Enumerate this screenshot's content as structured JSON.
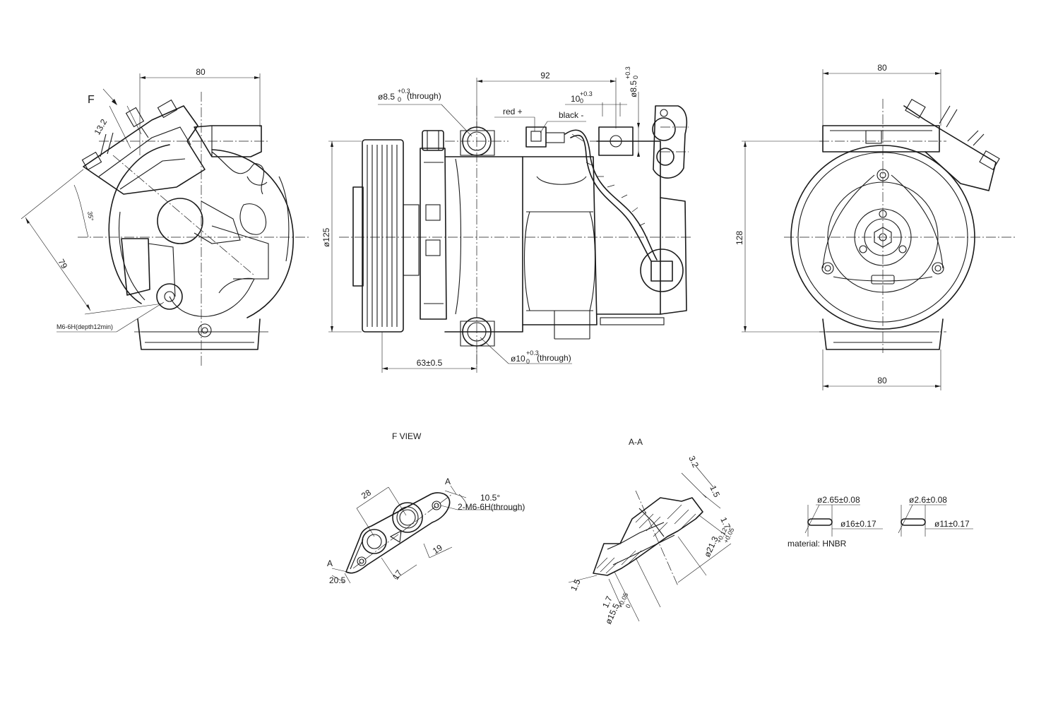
{
  "colors": {
    "line": "#1a1a1a",
    "background": "#ffffff"
  },
  "front_view": {
    "dim_width": "80",
    "dim_13_2": "13.2",
    "view_arrow_label": "F",
    "dim_angle": "35°",
    "dim_79": "79",
    "thread_note": "M6-6H(depth12min)"
  },
  "side_view": {
    "dim_92": "92",
    "hole_top": "ø8.5+0.3 0 (through)",
    "hole_top_main": "ø8.5",
    "hole_top_tol_upper": "+0.3",
    "hole_top_tol_lower": "0",
    "hole_top_suffix": "(through)",
    "wire_red": "red +",
    "wire_black": "black -",
    "dim_10": "10",
    "dim_10_tol_upper": "+0.3",
    "dim_10_tol_lower": "0",
    "dim_right_hole": "ø8.5",
    "dim_right_hole_tol_upper": "+0.3",
    "dim_right_hole_tol_lower": "0",
    "pulley_dia": "ø125",
    "dim_63": "63±0.5",
    "hole_bottom_main": "ø10",
    "hole_bottom_tol_upper": "+0.3",
    "hole_bottom_tol_lower": "0",
    "hole_bottom_suffix": "(through)"
  },
  "rear_view": {
    "dim_top_width": "80",
    "dim_height": "128",
    "dim_bottom_width": "80"
  },
  "f_view": {
    "title": "F VIEW",
    "dim_28": "28",
    "section_mark_top": "A",
    "section_mark_bottom": "A",
    "dim_angle": "10.5°",
    "thread_note": "2-M6-6H(through)",
    "dim_19": "19",
    "dim_17": "17",
    "dim_20_5": "20.5"
  },
  "section_view": {
    "title": "A-A",
    "dim_3_2": "3.2",
    "dim_1_5_top": "1.5",
    "dim_1_7_right": "1.7",
    "dim_21_3": "ø21.3",
    "dim_21_3_tol_upper": "+0.12",
    "dim_21_3_tol_lower": "+0.05",
    "dim_1_5_left": "1.5",
    "dim_1_7_bottom": "1.7",
    "dim_15_5": "ø15.5",
    "dim_15_5_tol_upper": "+0.05",
    "dim_15_5_tol_lower": "0"
  },
  "orings": {
    "ring1_section": "ø2.65±0.08",
    "ring1_id": "ø16±0.17",
    "ring2_section": "ø2.6±0.08",
    "ring2_id": "ø11±0.17",
    "material": "material: HNBR"
  }
}
